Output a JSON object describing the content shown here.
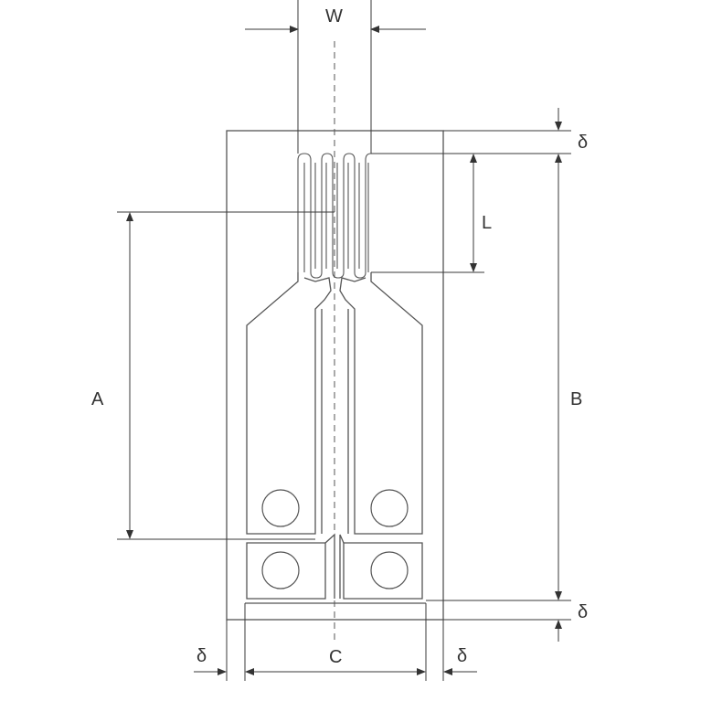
{
  "labels": {
    "W": "W",
    "L": "L",
    "A": "A",
    "B": "B",
    "C": "C",
    "delta_top": "δ",
    "delta_bottom": "δ",
    "delta_left": "δ",
    "delta_right": "δ"
  },
  "colors": {
    "stroke": "#555555",
    "text": "#333333",
    "background": "#ffffff"
  }
}
